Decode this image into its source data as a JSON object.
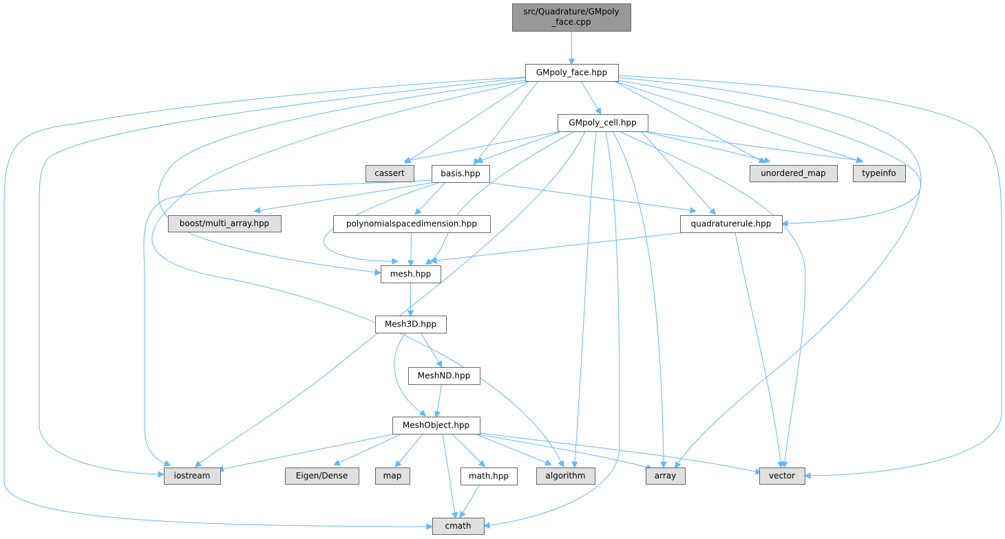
{
  "diagram": {
    "title_lines": [
      "src/Quadrature/GMpoly",
      "_face.cpp"
    ],
    "colors": {
      "root_fill": "#999999",
      "internal_fill": "#ffffff",
      "system_fill": "#e0e0e0",
      "edge": "#63b8ff"
    },
    "nodes": [
      {
        "id": "root",
        "label": "src/Quadrature/GMpoly_face.cpp",
        "kind": "root"
      },
      {
        "id": "face",
        "label": "GMpoly_face.hpp",
        "kind": "internal"
      },
      {
        "id": "cell",
        "label": "GMpoly_cell.hpp",
        "kind": "internal"
      },
      {
        "id": "cassert",
        "label": "cassert",
        "kind": "system"
      },
      {
        "id": "basis",
        "label": "basis.hpp",
        "kind": "internal"
      },
      {
        "id": "unordered_map",
        "label": "unordered_map",
        "kind": "system"
      },
      {
        "id": "typeinfo",
        "label": "typeinfo",
        "kind": "system"
      },
      {
        "id": "boost",
        "label": "boost/multi_array.hpp",
        "kind": "system"
      },
      {
        "id": "poly",
        "label": "polynomialspacedimension.hpp",
        "kind": "internal"
      },
      {
        "id": "quad",
        "label": "quadraturerule.hpp",
        "kind": "internal"
      },
      {
        "id": "mesh",
        "label": "mesh.hpp",
        "kind": "internal"
      },
      {
        "id": "mesh3d",
        "label": "Mesh3D.hpp",
        "kind": "internal"
      },
      {
        "id": "meshnd",
        "label": "MeshND.hpp",
        "kind": "internal"
      },
      {
        "id": "meshobj",
        "label": "MeshObject.hpp",
        "kind": "internal"
      },
      {
        "id": "iostream",
        "label": "iostream",
        "kind": "system"
      },
      {
        "id": "eigen",
        "label": "Eigen/Dense",
        "kind": "system"
      },
      {
        "id": "map",
        "label": "map",
        "kind": "system"
      },
      {
        "id": "math",
        "label": "math.hpp",
        "kind": "internal"
      },
      {
        "id": "algorithm",
        "label": "algorithm",
        "kind": "system"
      },
      {
        "id": "array",
        "label": "array",
        "kind": "system"
      },
      {
        "id": "vector",
        "label": "vector",
        "kind": "system"
      },
      {
        "id": "cmath",
        "label": "cmath",
        "kind": "system"
      }
    ],
    "edges": [
      [
        "root",
        "face"
      ],
      [
        "face",
        "cell"
      ],
      [
        "face",
        "cassert"
      ],
      [
        "face",
        "basis"
      ],
      [
        "face",
        "unordered_map"
      ],
      [
        "face",
        "typeinfo"
      ],
      [
        "face",
        "quad"
      ],
      [
        "face",
        "mesh"
      ],
      [
        "face",
        "iostream"
      ],
      [
        "face",
        "algorithm"
      ],
      [
        "face",
        "array"
      ],
      [
        "face",
        "vector"
      ],
      [
        "face",
        "cmath"
      ],
      [
        "cell",
        "cassert"
      ],
      [
        "cell",
        "basis"
      ],
      [
        "cell",
        "unordered_map"
      ],
      [
        "cell",
        "typeinfo"
      ],
      [
        "cell",
        "quad"
      ],
      [
        "cell",
        "mesh"
      ],
      [
        "cell",
        "iostream"
      ],
      [
        "cell",
        "algorithm"
      ],
      [
        "cell",
        "array"
      ],
      [
        "cell",
        "vector"
      ],
      [
        "cell",
        "cmath"
      ],
      [
        "basis",
        "boost"
      ],
      [
        "basis",
        "poly"
      ],
      [
        "basis",
        "quad"
      ],
      [
        "basis",
        "mesh"
      ],
      [
        "basis",
        "iostream"
      ],
      [
        "poly",
        "mesh"
      ],
      [
        "quad",
        "mesh"
      ],
      [
        "quad",
        "vector"
      ],
      [
        "mesh",
        "mesh3d"
      ],
      [
        "mesh3d",
        "meshnd"
      ],
      [
        "mesh3d",
        "meshobj"
      ],
      [
        "meshnd",
        "meshobj"
      ],
      [
        "meshobj",
        "iostream"
      ],
      [
        "meshobj",
        "eigen"
      ],
      [
        "meshobj",
        "map"
      ],
      [
        "meshobj",
        "math"
      ],
      [
        "meshobj",
        "algorithm"
      ],
      [
        "meshobj",
        "array"
      ],
      [
        "meshobj",
        "vector"
      ],
      [
        "meshobj",
        "cmath"
      ],
      [
        "math",
        "cmath"
      ]
    ]
  }
}
